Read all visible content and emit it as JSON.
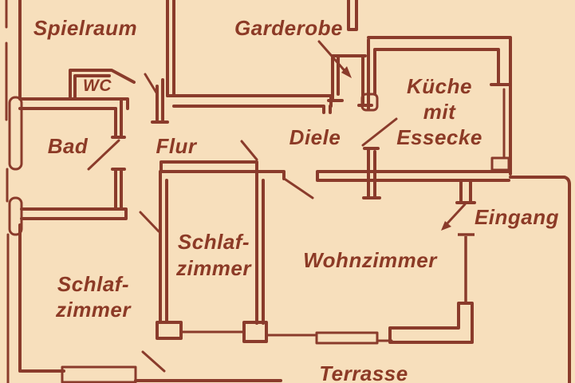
{
  "colors": {
    "background": "#f7dfbc",
    "wall_line": "#8a3b2b",
    "label_text": "#8c3a26"
  },
  "rooms": {
    "spielraum": {
      "label": "Spielraum"
    },
    "wc": {
      "label": "WC"
    },
    "bad": {
      "label": "Bad"
    },
    "flur": {
      "label": "Flur"
    },
    "garderobe": {
      "label": "Garderobe"
    },
    "diele": {
      "label": "Diele"
    },
    "kueche": {
      "label_line1": "Küche",
      "label_line2": "mit",
      "label_line3": "Essecke"
    },
    "eingang": {
      "label": "Eingang"
    },
    "schlafzimmer_mitte": {
      "label_line1": "Schlaf-",
      "label_line2": "zimmer"
    },
    "schlafzimmer_links": {
      "label_line1": "Schlaf-",
      "label_line2": "zimmer"
    },
    "wohnzimmer": {
      "label": "Wohnzimmer"
    },
    "terrasse": {
      "label": "Terrasse"
    }
  },
  "icons": {
    "garderobe_arrow": "arrow-down-right",
    "eingang_arrow": "arrow-down-left"
  }
}
